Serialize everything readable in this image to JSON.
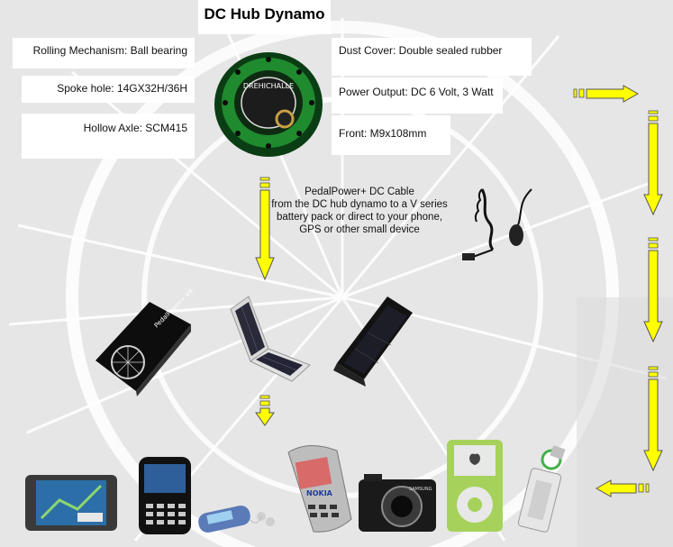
{
  "title": "DC Hub Dynamo",
  "specs": {
    "rolling_mechanism": "Rolling Mechanism: Ball bearing",
    "spoke_hole": "Spoke hole: 14GX32H/36H",
    "hollow_axle": "Hollow Axle: SCM415",
    "dust_cover": "Dust Cover: Double sealed rubber",
    "power_output": "Power Output: DC 6 Volt, 3 Watt",
    "front": "Front: M9x108mm"
  },
  "cable": {
    "title": "PedalPower+ DC Cable",
    "description": "from the DC hub dynamo to a V series battery pack or direct to your phone, GPS or other small device"
  },
  "device_labels": {
    "battery_pack": "PedalPower+ V4",
    "hub_text": "DREHICHALLE",
    "phone_brand": "NOKIA",
    "camera_brand": "SAMSUNG"
  },
  "colors": {
    "arrow_fill": "#ffff00",
    "arrow_stroke": "#555555",
    "hub_green": "#1f8a2e",
    "label_bg": "#ffffff"
  },
  "icons": [
    "hub-dynamo-icon",
    "dc-cable-icon",
    "battery-pack-icon",
    "solar-charger-open-icon",
    "solar-charger-closed-icon",
    "gps-device-icon",
    "blackberry-phone-icon",
    "mp3-player-icon",
    "nokia-phone-icon",
    "camera-icon",
    "ipod-icon",
    "usb-charger-icon",
    "arrow-icon"
  ]
}
